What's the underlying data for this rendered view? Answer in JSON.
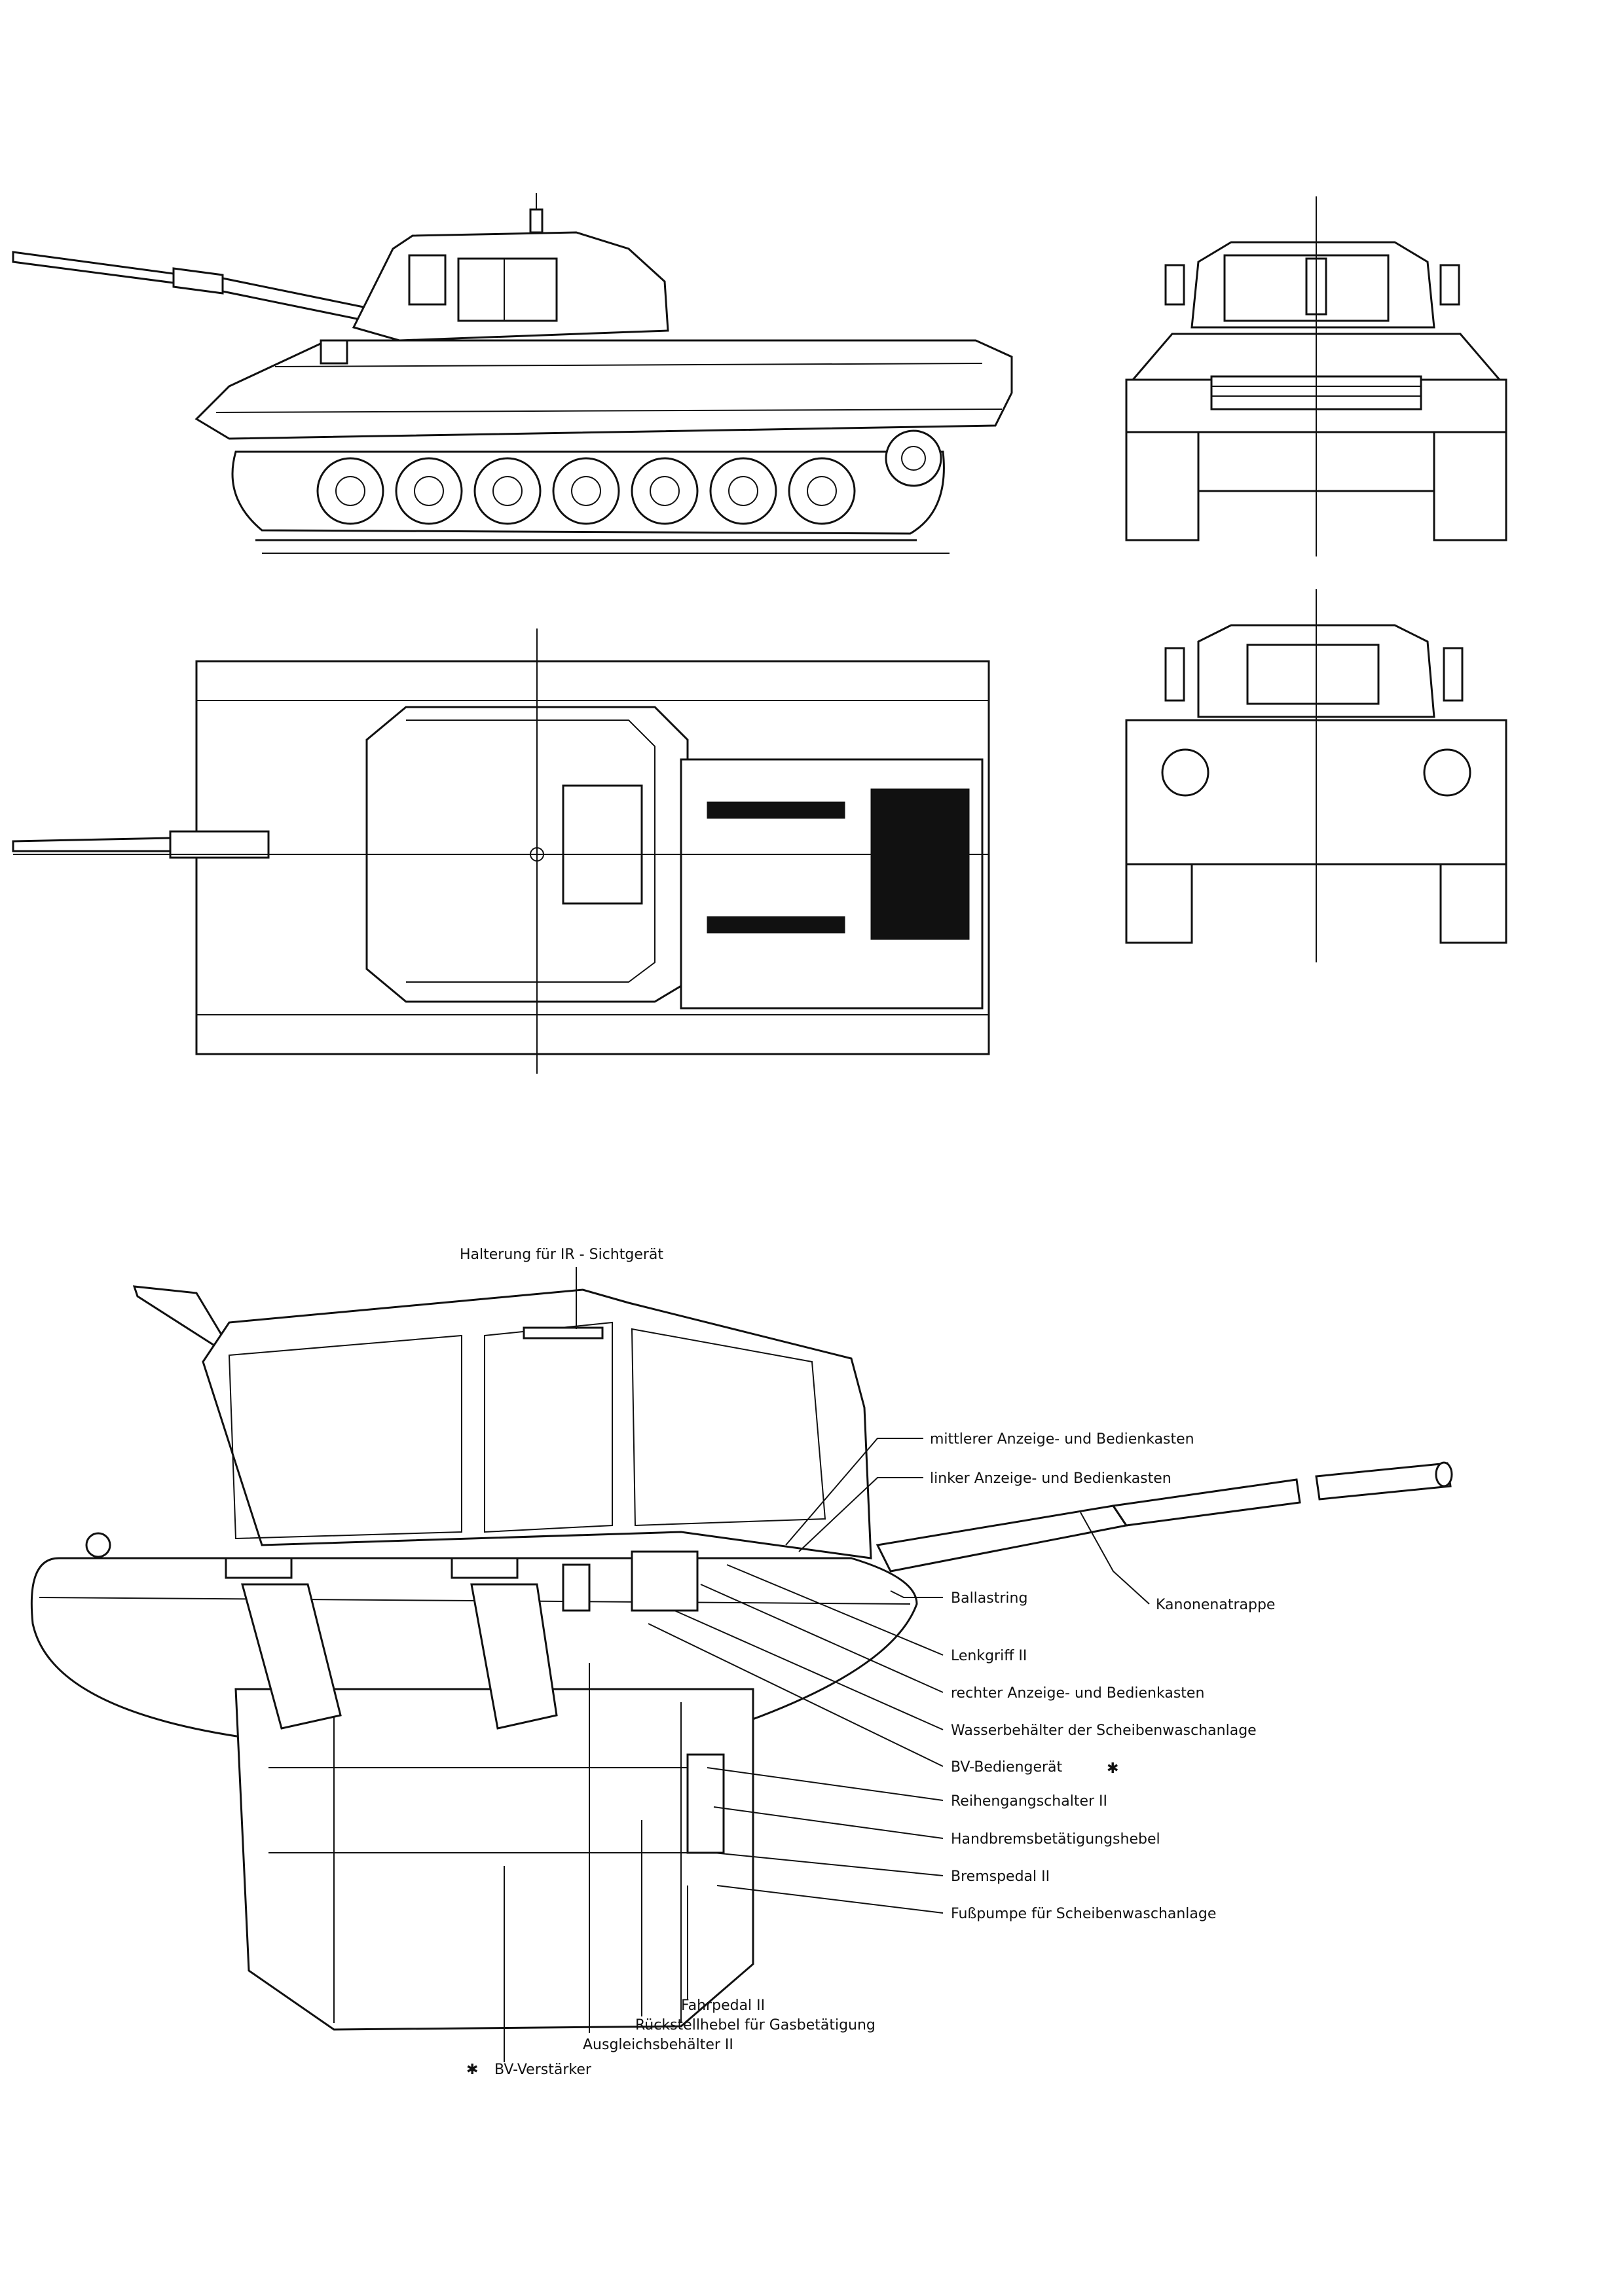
{
  "labels": {
    "ir_mount": "Halterung für IR - Sichtgerät",
    "mid_box": "mittlerer Anzeige- und Bedienkasten",
    "left_box": "linker Anzeige- und Bedienkasten",
    "gun_dummy": "Kanonenatrappe",
    "ballast_ring": "Ballastring",
    "steer_grip": "Lenkgriff II",
    "right_box": "rechter Anzeige- und Bedienkasten",
    "water_tank": "Wasserbehälter der Scheibenwaschanlage",
    "bv_unit": "BV-Bediengerät",
    "bv_unit_mark": "✱",
    "gear_switch": "Reihengangschalter II",
    "handbrake": "Handbremsbetätigungshebel",
    "brake_pedal": "Bremspedal II",
    "foot_pump": "Fußpumpe für Scheibenwaschanlage",
    "gas_pedal": "Fahrpedal II",
    "return_lever": "Rückstellhebel für Gasbetätigung",
    "comp_tank": "Ausgleichsbehälter II",
    "bv_amp_mark": "✱",
    "bv_amp": "BV-Verstärker"
  }
}
